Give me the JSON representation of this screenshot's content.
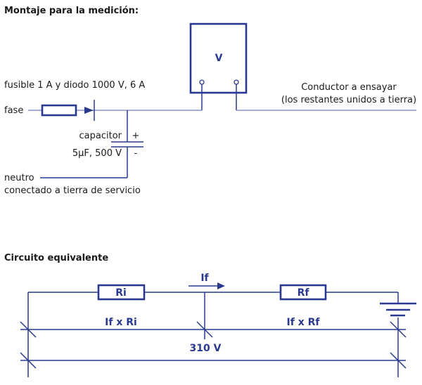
{
  "section1": {
    "title": "Montaje para la medición:",
    "fuse_diode_label": "fusible 1 A y diodo 1000 V, 6 A",
    "phase_label": "fase",
    "capacitor_label": "capacitor",
    "capacitor_rating": "5µF, 500 V",
    "plus_sign": "+",
    "minus_sign": "-",
    "neutral_label": "neutro",
    "neutral_note": "conectado a tierra de servicio",
    "voltmeter_label": "V",
    "conductor_label_line1": "Conductor a ensayar",
    "conductor_label_line2": "(los restantes unidos a tierra)"
  },
  "section2": {
    "title": "Circuito equivalente",
    "current_label": "If",
    "resistor_internal": "Ri",
    "resistor_fault": "Rf",
    "drop_ri": "If x Ri",
    "drop_rf": "If x Rf",
    "total_voltage": "310 V"
  },
  "colors": {
    "accent_blue": "#2a3990",
    "thin_wire": "#6f7cb8",
    "text": "#1a1a1a"
  }
}
